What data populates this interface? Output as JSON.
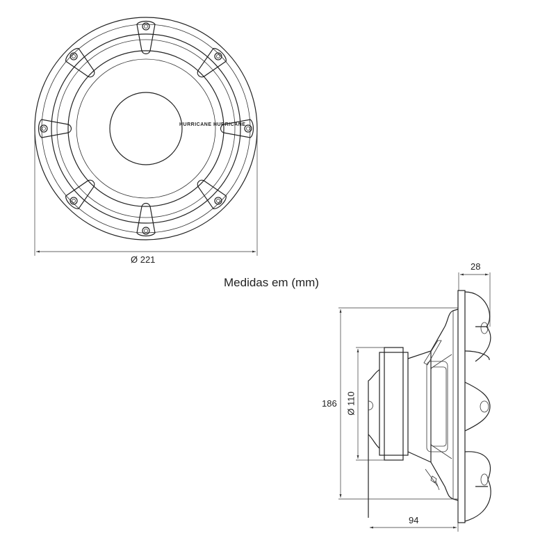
{
  "title": "Medidas em (mm)",
  "front_view": {
    "diameter_label": "Ø 221",
    "logo_text": "HURRICANE HURRICANE"
  },
  "side_view": {
    "depth_flange_label": "28",
    "height_label": "186",
    "magnet_diameter_label": "Ø 110",
    "depth_label": "94"
  },
  "colors": {
    "line": "#222222",
    "background": "#ffffff"
  }
}
